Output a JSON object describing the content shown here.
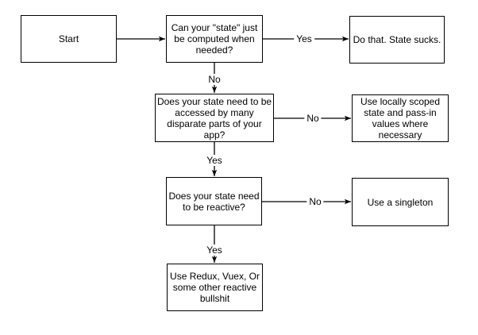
{
  "diagram": {
    "nodes": {
      "start": {
        "label": "Start"
      },
      "q_computed": {
        "label": "Can your \"state\" just\nbe computed when\nneeded?"
      },
      "a_do_that": {
        "label": "Do that. State sucks."
      },
      "q_disparate": {
        "label": "Does your state need to be\naccessed by many\ndisparate parts of your\napp?"
      },
      "a_local": {
        "label": "Use locally scoped\nstate and pass-in\nvalues where\nnecessary"
      },
      "q_reactive": {
        "label": "Does your state need\nto be reactive?"
      },
      "a_singleton": {
        "label": "Use a singleton"
      },
      "a_redux": {
        "label": "Use Redux, Vuex, Or\nsome other reactive\nbullshit"
      }
    },
    "edge_labels": {
      "computed_yes": "Yes",
      "computed_no": "No",
      "disparate_no": "No",
      "disparate_yes": "Yes",
      "reactive_no": "No",
      "reactive_yes": "Yes"
    },
    "colors": {
      "background": "#ffffff",
      "node_fill": "#ffffff",
      "stroke": "#000000",
      "text": "#000000"
    }
  }
}
